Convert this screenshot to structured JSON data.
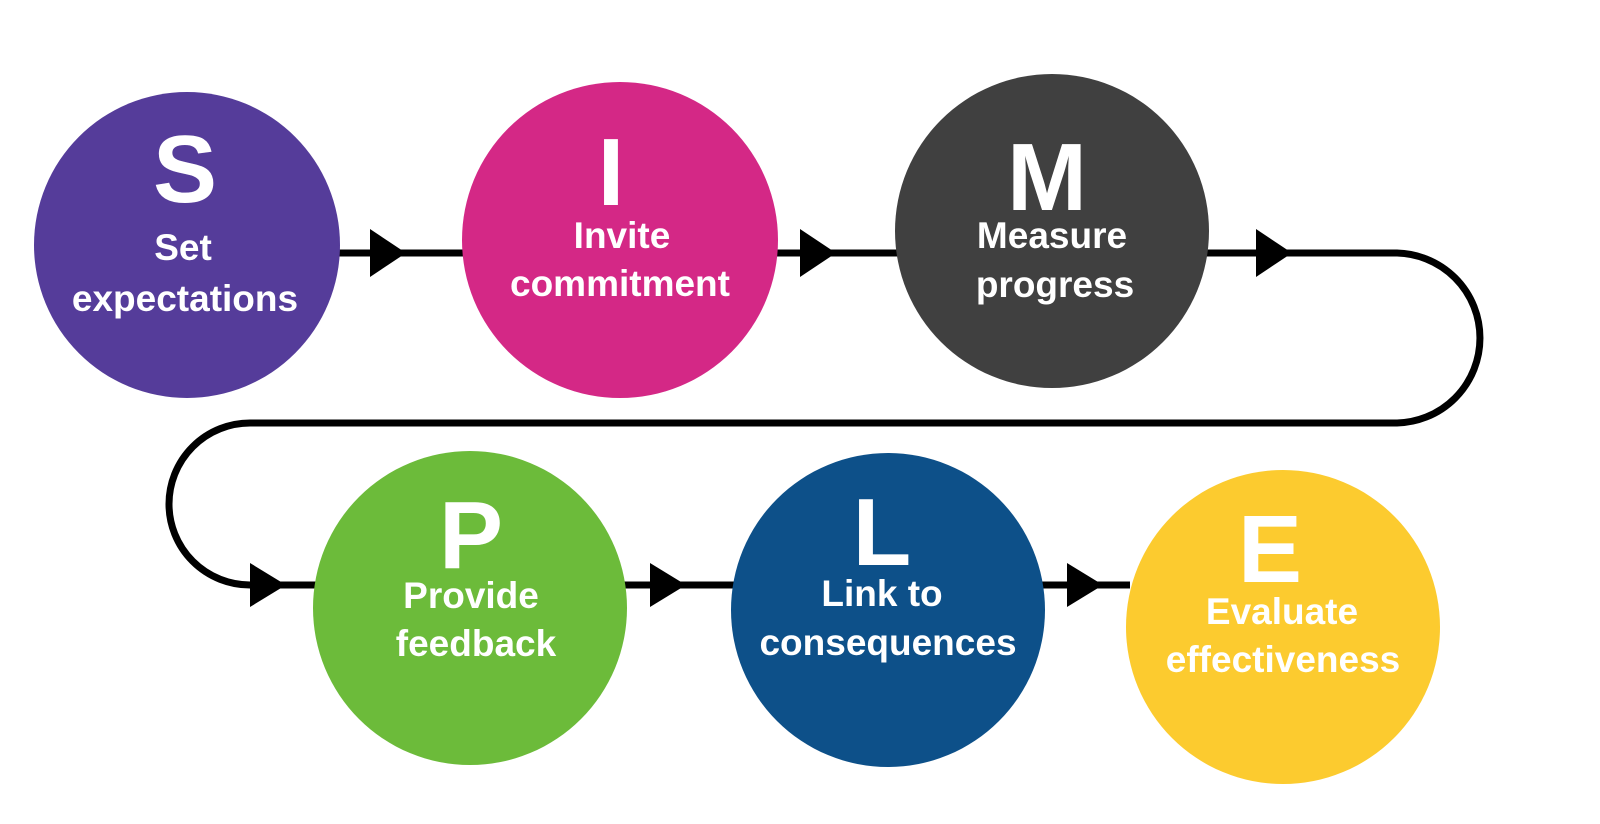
{
  "steps": [
    {
      "letter": "S",
      "line1": "Set",
      "line2": "expectations",
      "color": "#553c9a"
    },
    {
      "letter": "I",
      "line1": "Invite",
      "line2": "commitment",
      "color": "#d42886"
    },
    {
      "letter": "M",
      "line1": "Measure",
      "line2": "progress",
      "color": "#404040"
    },
    {
      "letter": "P",
      "line1": "Provide",
      "line2": "feedback",
      "color": "#6cbb3a"
    },
    {
      "letter": "L",
      "line1": "Link to",
      "line2": "consequences",
      "color": "#0d5089"
    },
    {
      "letter": "E",
      "line1": "Evaluate",
      "line2": "effectiveness",
      "color": "#fccb2f"
    }
  ],
  "connector_color": "#000000"
}
